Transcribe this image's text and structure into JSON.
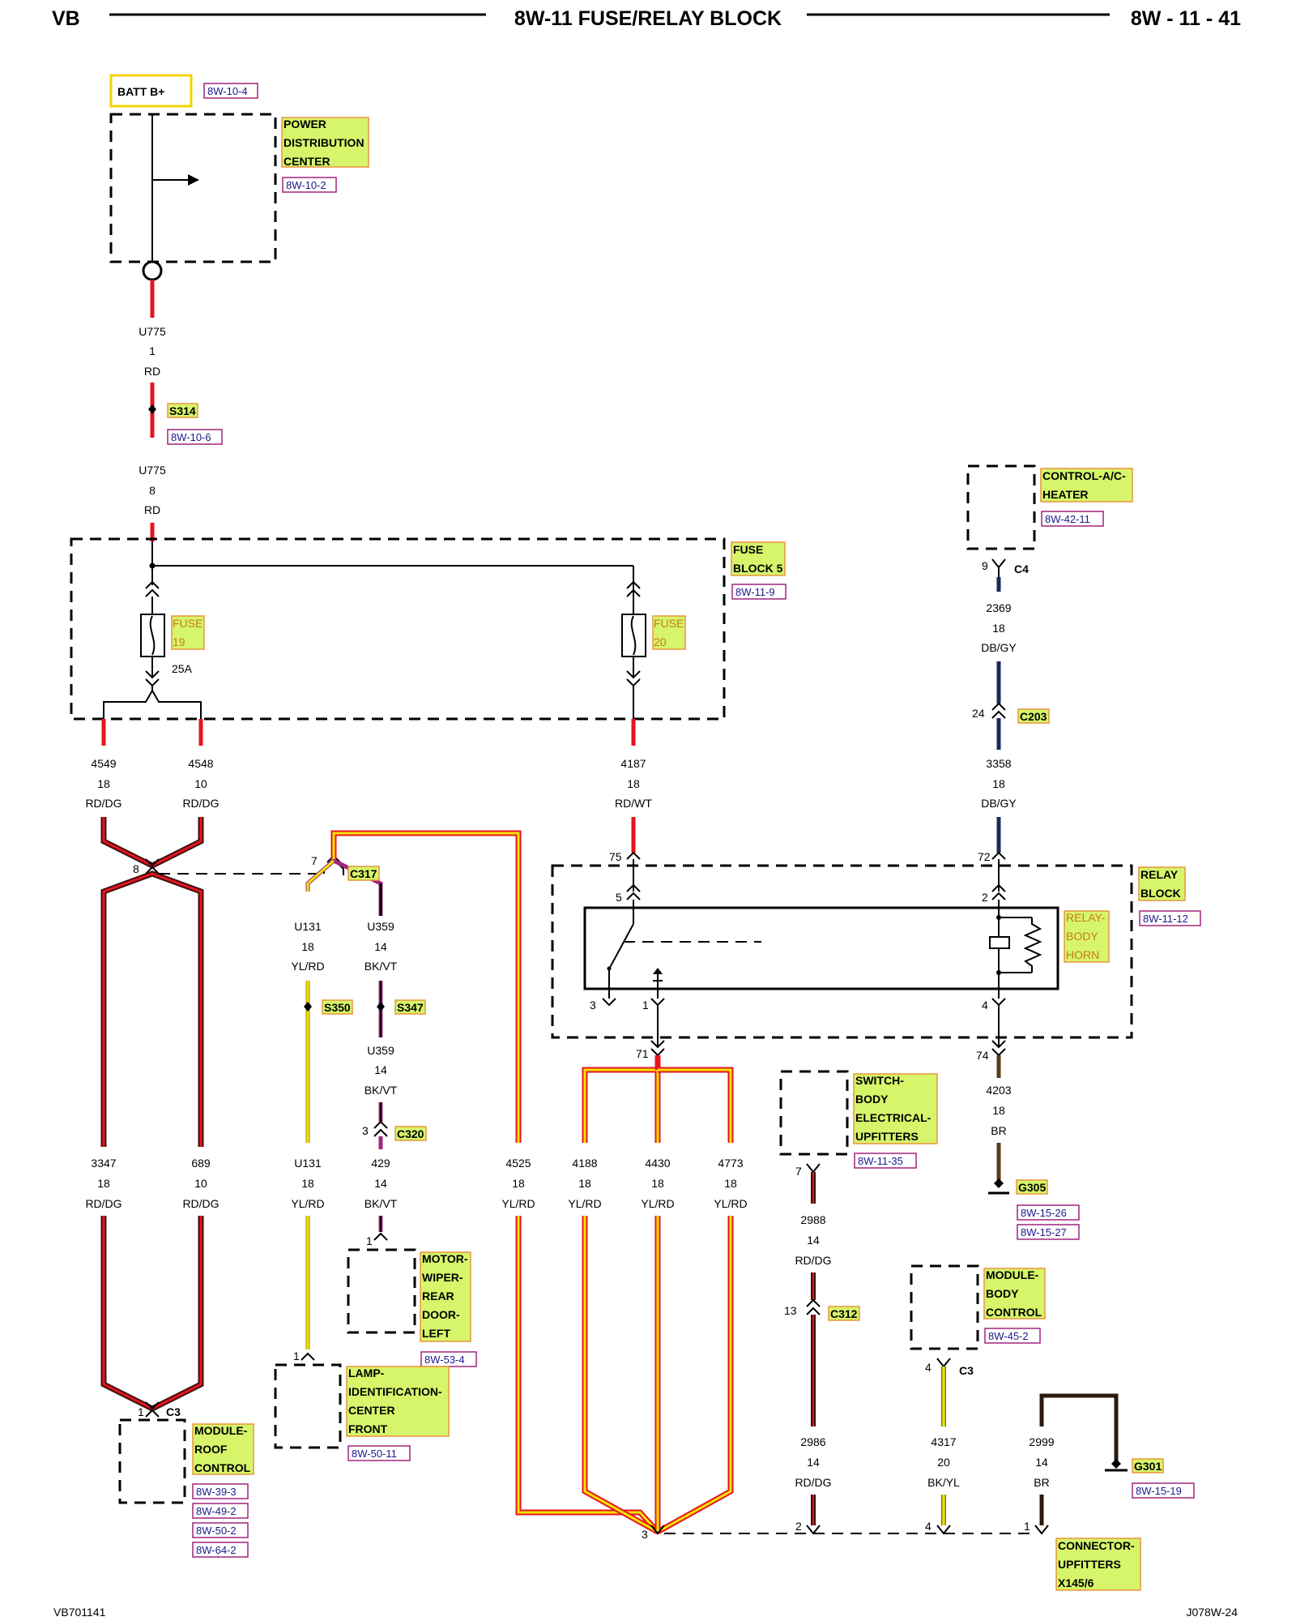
{
  "header": {
    "left": "VB",
    "title": "8W-11 FUSE/RELAY BLOCK",
    "page": "8W - 11 - 41"
  },
  "footer": {
    "left": "VB701141",
    "right": "J078W-24"
  },
  "colors": {
    "red_wire": "#e8141e",
    "yellow_wire": "#f2e400",
    "highlight": "#d6f56a",
    "highlight_border": "#e8953b",
    "ref_border": "#a0257d"
  },
  "components": {
    "batt": {
      "label": "BATT B+",
      "ref": "8W-10-4"
    },
    "pdc": {
      "lines": [
        "POWER",
        "DISTRIBUTION",
        "CENTER"
      ],
      "ref": "8W-10-2"
    },
    "s314": {
      "label": "S314",
      "ref": "8W-10-6"
    },
    "fuse_block": {
      "lines": [
        "FUSE",
        "BLOCK 5"
      ],
      "ref": "8W-11-9"
    },
    "fuse19": {
      "lines": [
        "FUSE",
        "19"
      ],
      "rating": "25A"
    },
    "fuse20": {
      "lines": [
        "FUSE",
        "20"
      ]
    },
    "control_ac": {
      "lines": [
        "CONTROL-A/C-",
        "HEATER"
      ],
      "ref": "8W-42-11"
    },
    "c4": {
      "label": "C4",
      "pin": "9"
    },
    "c203": {
      "label": "C203",
      "pin": "24"
    },
    "relay_block": {
      "lines": [
        "RELAY",
        "BLOCK"
      ],
      "ref": "8W-11-12"
    },
    "relay_horn": {
      "lines": [
        "RELAY-",
        "BODY",
        "HORN"
      ]
    },
    "c317": {
      "label": "C317",
      "pin": "7",
      "pin_left": "8"
    },
    "s350": {
      "label": "S350"
    },
    "s347": {
      "label": "S347"
    },
    "c320": {
      "label": "C320",
      "pin": "3"
    },
    "switch_body": {
      "lines": [
        "SWITCH-",
        "BODY",
        "ELECTRICAL-",
        "UPFITTERS"
      ],
      "ref": "8W-11-35",
      "pin": "7"
    },
    "g305": {
      "label": "G305",
      "refs": [
        "8W-15-26",
        "8W-15-27"
      ]
    },
    "motor_wiper": {
      "lines": [
        "MOTOR-",
        "WIPER-",
        "REAR",
        "DOOR-",
        "LEFT"
      ],
      "ref": "8W-53-4",
      "pin": "1"
    },
    "lamp_id": {
      "lines": [
        "LAMP-",
        "IDENTIFICATION-",
        "CENTER",
        "FRONT"
      ],
      "ref": "8W-50-11",
      "pin": "1"
    },
    "module_roof": {
      "lines": [
        "MODULE-",
        "ROOF",
        "CONTROL"
      ],
      "refs": [
        "8W-39-3",
        "8W-49-2",
        "8W-50-2",
        "8W-64-2"
      ],
      "pin": "1",
      "conn": "C3"
    },
    "c312": {
      "label": "C312",
      "pin": "13"
    },
    "module_body": {
      "lines": [
        "MODULE-",
        "BODY",
        "CONTROL"
      ],
      "ref": "8W-45-2",
      "pin": "4",
      "conn": "C3"
    },
    "g301": {
      "label": "G301",
      "ref": "8W-15-19"
    },
    "conn_upfitters": {
      "lines": [
        "CONNECTOR-",
        "UPFITTERS",
        "X145/6"
      ],
      "pins": [
        "3",
        "2",
        "4",
        "1"
      ]
    }
  },
  "relay_pins": {
    "p75": "75",
    "p5": "5",
    "p3": "3",
    "p1": "1",
    "p72": "72",
    "p2": "2",
    "p4": "4",
    "p71": "71",
    "p74": "74"
  },
  "wires": {
    "u775_a": {
      "circuit": "U775",
      "gauge": "1",
      "color": "RD"
    },
    "u775_b": {
      "circuit": "U775",
      "gauge": "8",
      "color": "RD"
    },
    "w4549": {
      "circuit": "4549",
      "gauge": "18",
      "color": "RD/DG"
    },
    "w4548": {
      "circuit": "4548",
      "gauge": "10",
      "color": "RD/DG"
    },
    "w4187": {
      "circuit": "4187",
      "gauge": "18",
      "color": "RD/WT"
    },
    "w2369": {
      "circuit": "2369",
      "gauge": "18",
      "color": "DB/GY"
    },
    "w3358": {
      "circuit": "3358",
      "gauge": "18",
      "color": "DB/GY"
    },
    "u131a": {
      "circuit": "U131",
      "gauge": "18",
      "color": "YL/RD"
    },
    "u359a": {
      "circuit": "U359",
      "gauge": "14",
      "color": "BK/VT"
    },
    "u359b": {
      "circuit": "U359",
      "gauge": "14",
      "color": "BK/VT"
    },
    "w4203": {
      "circuit": "4203",
      "gauge": "18",
      "color": "BR"
    },
    "w3347": {
      "circuit": "3347",
      "gauge": "18",
      "color": "RD/DG"
    },
    "w689": {
      "circuit": "689",
      "gauge": "10",
      "color": "RD/DG"
    },
    "u131b": {
      "circuit": "U131",
      "gauge": "18",
      "color": "YL/RD"
    },
    "w429": {
      "circuit": "429",
      "gauge": "14",
      "color": "BK/VT"
    },
    "w4525": {
      "circuit": "4525",
      "gauge": "18",
      "color": "YL/RD"
    },
    "w4188": {
      "circuit": "4188",
      "gauge": "18",
      "color": "YL/RD"
    },
    "w4430": {
      "circuit": "4430",
      "gauge": "18",
      "color": "YL/RD"
    },
    "w4773": {
      "circuit": "4773",
      "gauge": "18",
      "color": "YL/RD"
    },
    "w2988": {
      "circuit": "2988",
      "gauge": "14",
      "color": "RD/DG"
    },
    "w2986": {
      "circuit": "2986",
      "gauge": "14",
      "color": "RD/DG"
    },
    "w4317": {
      "circuit": "4317",
      "gauge": "20",
      "color": "BK/YL"
    },
    "w2999": {
      "circuit": "2999",
      "gauge": "14",
      "color": "BR"
    }
  }
}
